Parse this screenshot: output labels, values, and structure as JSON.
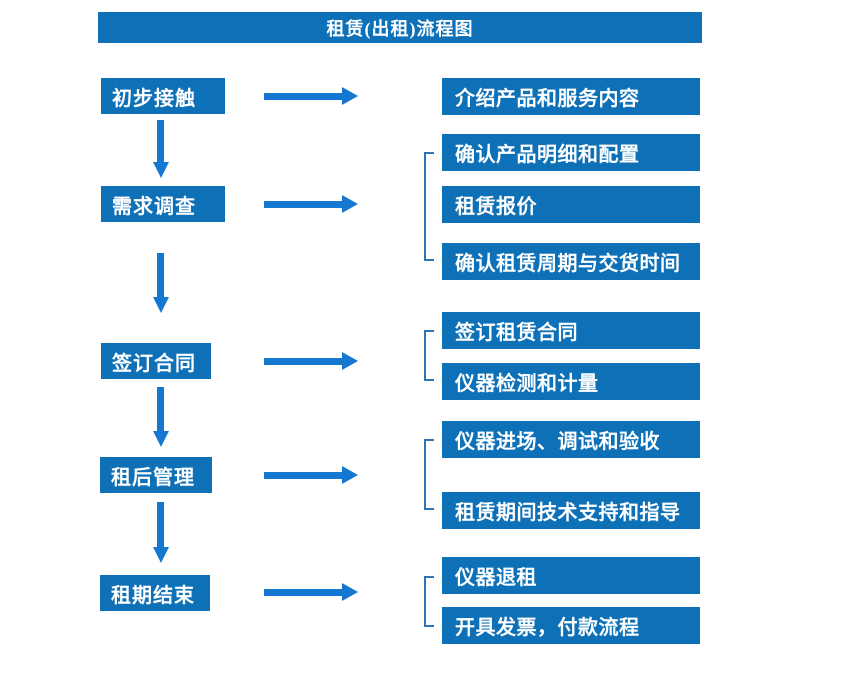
{
  "title": "租赁(出租)流程图",
  "colors": {
    "box": "#0e71b8",
    "arrow": "#1478d0",
    "bracket": "#2e75b6",
    "text_on_box": "#ffffff",
    "background": "#ffffff"
  },
  "stages": [
    {
      "label": "初步接触",
      "details": [
        "介绍产品和服务内容"
      ]
    },
    {
      "label": "需求调查",
      "details": [
        "确认产品明细和配置",
        "租赁报价",
        "确认租赁周期与交货时间"
      ]
    },
    {
      "label": "签订合同",
      "details": [
        "签订租赁合同",
        "仪器检测和计量"
      ]
    },
    {
      "label": "租后管理",
      "details": [
        "仪器进场、调试和验收",
        "租赁期间技术支持和指导"
      ]
    },
    {
      "label": "租期结束",
      "details": [
        "仪器退租",
        "开具发票，付款流程"
      ]
    }
  ]
}
